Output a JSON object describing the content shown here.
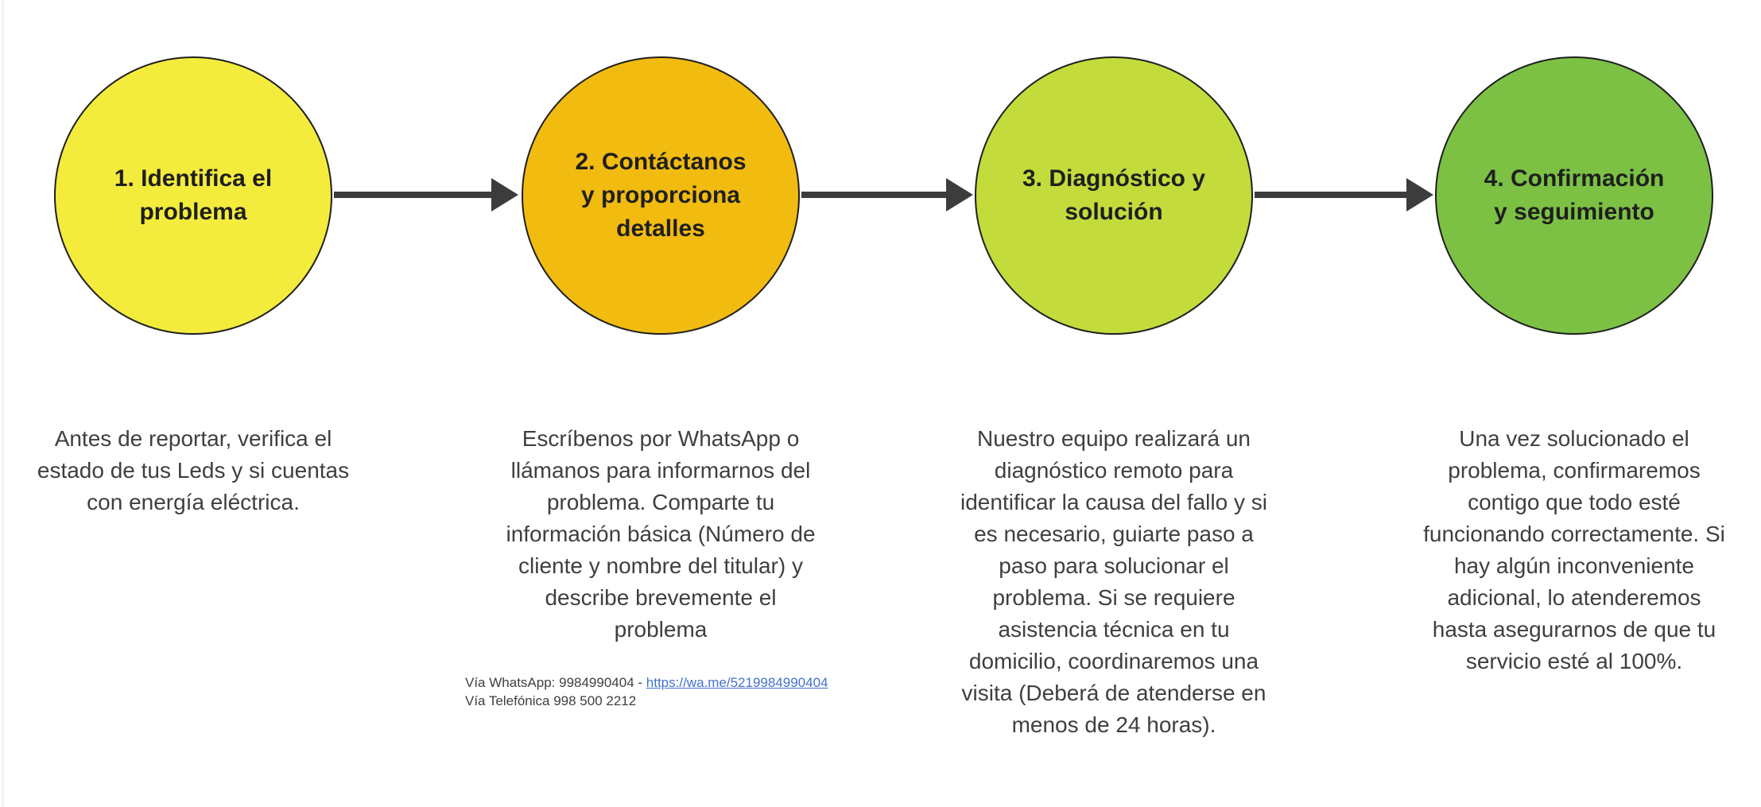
{
  "colors": {
    "background": "#ffffff",
    "arrow": "#3c3c3c",
    "circle_border": "#1f1f1f",
    "title_text": "#1f1f1f",
    "body_text": "#3f3f3f",
    "link": "#4372cc"
  },
  "steps": [
    {
      "id": 1,
      "circle_label": "1. Identifica el\nproblema",
      "circle_color": "#f4ec3d",
      "description": "Antes de reportar, verifica el\nestado de tus Leds y si cuentas\ncon energía eléctrica."
    },
    {
      "id": 2,
      "circle_label": "2. Contáctanos\ny proporciona\ndetalles",
      "circle_color": "#f2bb10",
      "description": "Escríbenos por WhatsApp o\nllámanos para informarnos del\nproblema. Comparte tu\ninformación básica (Número de\ncliente y nombre del titular) y\ndescribe brevemente el\nproblema",
      "contact": {
        "whatsapp_prefix": "Vía WhatsApp: 9984990404 - ",
        "whatsapp_link": "https://wa.me/5219984990404",
        "phone_line": "Vía Telefónica 998 500 2212"
      }
    },
    {
      "id": 3,
      "circle_label": "3. Diagnóstico y\nsolución",
      "circle_color": "#c4db3c",
      "description": "Nuestro equipo realizará un\ndiagnóstico remoto para\nidentificar la causa del fallo y si\nes necesario, guiarte paso a\npaso para solucionar el\nproblema. Si se requiere\nasistencia técnica en tu\ndomicilio, coordinaremos una\nvisita (Deberá de atenderse en\nmenos de 24 horas)."
    },
    {
      "id": 4,
      "circle_label": "4. Confirmación\ny seguimiento",
      "circle_color": "#7cc144",
      "description": "Una vez solucionado el\nproblema, confirmaremos\ncontigo que todo esté\nfuncionando correctamente. Si\nhay algún inconveniente\nadicional, lo atenderemos\nhasta asegurarnos de que tu\nservicio esté al 100%."
    }
  ]
}
